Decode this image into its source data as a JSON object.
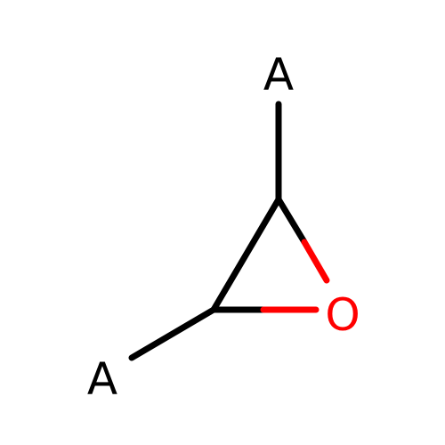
{
  "atoms": {
    "top_substituent": {
      "label": "A",
      "color": "#000000"
    },
    "bottom_substituent": {
      "label": "A",
      "color": "#000000"
    },
    "oxygen": {
      "label": "O",
      "color": "#ff0000"
    }
  },
  "colors": {
    "bond_carbon": "#000000",
    "bond_oxygen": "#ff0000",
    "background": "#ffffff"
  }
}
